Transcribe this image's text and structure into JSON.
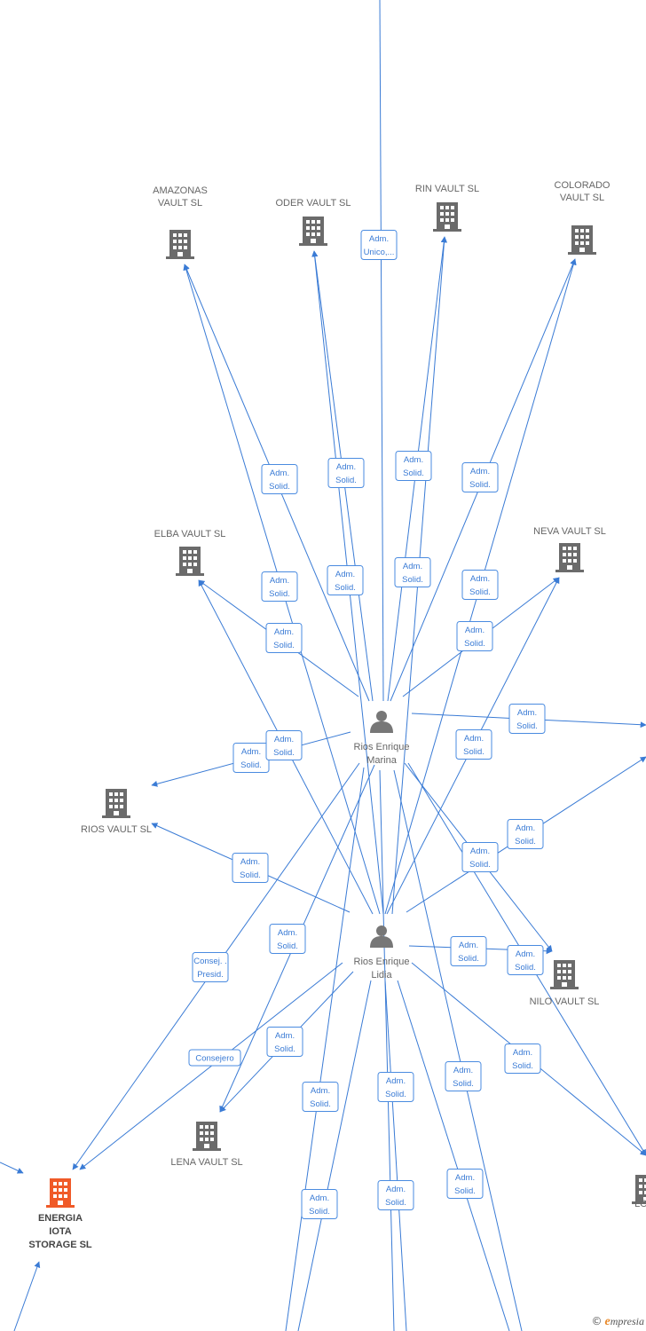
{
  "colors": {
    "edge": "#3a7bd5",
    "company": "#6b6b6b",
    "company_highlight": "#f05a28",
    "person": "#777777"
  },
  "nodes": [
    {
      "id": "amazonas",
      "kind": "company",
      "label": [
        "AMAZONAS",
        "VAULT  SL"
      ]
    },
    {
      "id": "oder",
      "kind": "company",
      "label": [
        "ODER VAULT  SL"
      ]
    },
    {
      "id": "rin",
      "kind": "company",
      "label": [
        "RIN VAULT  SL"
      ]
    },
    {
      "id": "colorado",
      "kind": "company",
      "label": [
        "COLORADO",
        "VAULT  SL"
      ]
    },
    {
      "id": "elba",
      "kind": "company",
      "label": [
        "ELBA VAULT  SL"
      ]
    },
    {
      "id": "neva",
      "kind": "company",
      "label": [
        "NEVA VAULT  SL"
      ]
    },
    {
      "id": "rios",
      "kind": "company",
      "label": [
        "RIOS VAULT  SL"
      ]
    },
    {
      "id": "nilo",
      "kind": "company",
      "label": [
        "NILO VAULT  SL"
      ]
    },
    {
      "id": "lena",
      "kind": "company",
      "label": [
        "LENA VAULT  SL"
      ]
    },
    {
      "id": "energia",
      "kind": "company",
      "highlight": true,
      "label": [
        "ENERGIA",
        "IOTA",
        "STORAGE  SL"
      ]
    },
    {
      "id": "loir",
      "kind": "company",
      "label": [
        "LOIR"
      ]
    },
    {
      "id": "marina",
      "kind": "person",
      "label": [
        "Rios Enrique",
        "Marina"
      ]
    },
    {
      "id": "lidia",
      "kind": "person",
      "label": [
        "Rios Enrique",
        "Lidia"
      ]
    }
  ],
  "relations": [
    {
      "id": "r-top",
      "label": [
        "Adm.",
        "Unico,..."
      ]
    },
    {
      "id": "r-am1",
      "label": [
        "Adm.",
        "Solid."
      ]
    },
    {
      "id": "r-od1",
      "label": [
        "Adm.",
        "Solid."
      ]
    },
    {
      "id": "r-rn1",
      "label": [
        "Adm.",
        "Solid."
      ]
    },
    {
      "id": "r-co1",
      "label": [
        "Adm.",
        "Solid."
      ]
    },
    {
      "id": "r-am2",
      "label": [
        "Adm.",
        "Solid."
      ]
    },
    {
      "id": "r-od2",
      "label": [
        "Adm.",
        "Solid."
      ]
    },
    {
      "id": "r-rn2",
      "label": [
        "Adm.",
        "Solid."
      ]
    },
    {
      "id": "r-co2",
      "label": [
        "Adm.",
        "Solid."
      ]
    },
    {
      "id": "r-el1",
      "label": [
        "Adm.",
        "Solid."
      ]
    },
    {
      "id": "r-ne1",
      "label": [
        "Adm.",
        "Solid."
      ]
    },
    {
      "id": "r-right1",
      "label": [
        "Adm.",
        "Solid."
      ]
    },
    {
      "id": "r-rs1",
      "label": [
        "Adm.",
        "Solid."
      ]
    },
    {
      "id": "r-el2",
      "label": [
        "Adm.",
        "Solid."
      ]
    },
    {
      "id": "r-ne2",
      "label": [
        "Adm.",
        "Solid."
      ]
    },
    {
      "id": "r-right2",
      "label": [
        "Adm.",
        "Solid."
      ]
    },
    {
      "id": "r-rs2",
      "label": [
        "Adm.",
        "Solid."
      ]
    },
    {
      "id": "r-mid1",
      "label": [
        "Adm.",
        "Solid."
      ]
    },
    {
      "id": "r-consej-presid",
      "label": [
        "Consej. .",
        "Presid."
      ]
    },
    {
      "id": "r-mid2",
      "label": [
        "Adm.",
        "Solid."
      ]
    },
    {
      "id": "r-nl1",
      "label": [
        "Adm.",
        "Solid."
      ]
    },
    {
      "id": "r-nl2",
      "label": [
        "Adm.",
        "Solid."
      ]
    },
    {
      "id": "r-consejero",
      "label": [
        "Consejero"
      ]
    },
    {
      "id": "r-ln1",
      "label": [
        "Adm.",
        "Solid."
      ]
    },
    {
      "id": "r-lo1",
      "label": [
        "Adm.",
        "Solid."
      ]
    },
    {
      "id": "r-b1",
      "label": [
        "Adm.",
        "Solid."
      ]
    },
    {
      "id": "r-b2",
      "label": [
        "Adm.",
        "Solid."
      ]
    },
    {
      "id": "r-b3",
      "label": [
        "Adm.",
        "Solid."
      ]
    },
    {
      "id": "r-b4",
      "label": [
        "Adm.",
        "Solid."
      ]
    },
    {
      "id": "r-b5",
      "label": [
        "Adm.",
        "Solid."
      ]
    },
    {
      "id": "r-b6",
      "label": [
        "Adm.",
        "Solid."
      ]
    }
  ],
  "footer": {
    "copyright": "©",
    "brand_initial": "e",
    "brand_rest": "mpresia"
  }
}
